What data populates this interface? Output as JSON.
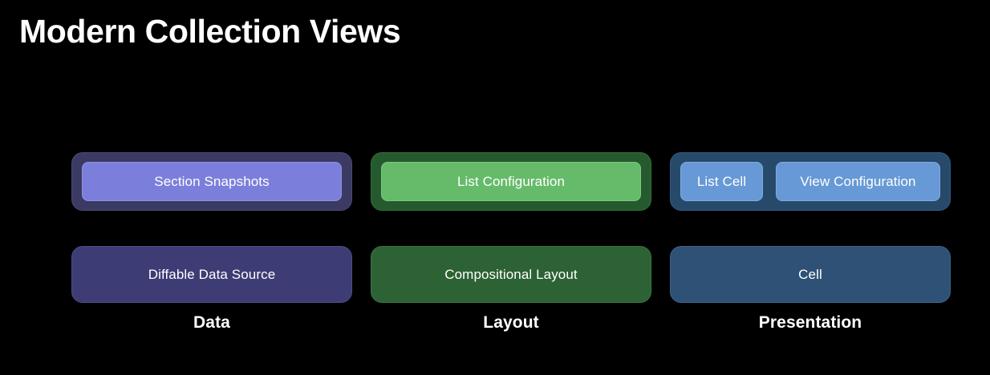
{
  "slide": {
    "title": "Modern Collection Views",
    "background_color": "#000000",
    "title_color": "#ffffff"
  },
  "columns": [
    {
      "caption": "Data",
      "accent_color": "#7b7fdb",
      "container_color": "#3a3a63",
      "base_color": "#3d3c75",
      "top_items": [
        {
          "label": "Section Snapshots"
        }
      ],
      "base_item": {
        "label": "Diffable Data Source"
      }
    },
    {
      "caption": "Layout",
      "accent_color": "#66bb6a",
      "container_color": "#255a2e",
      "base_color": "#2d6234",
      "top_items": [
        {
          "label": "List Configuration"
        }
      ],
      "base_item": {
        "label": "Compositional Layout"
      }
    },
    {
      "caption": "Presentation",
      "accent_color": "#6699d6",
      "container_color": "#274a6b",
      "base_color": "#2e5175",
      "top_items": [
        {
          "label": "List Cell"
        },
        {
          "label": "View Configuration"
        }
      ],
      "base_item": {
        "label": "Cell"
      }
    }
  ]
}
